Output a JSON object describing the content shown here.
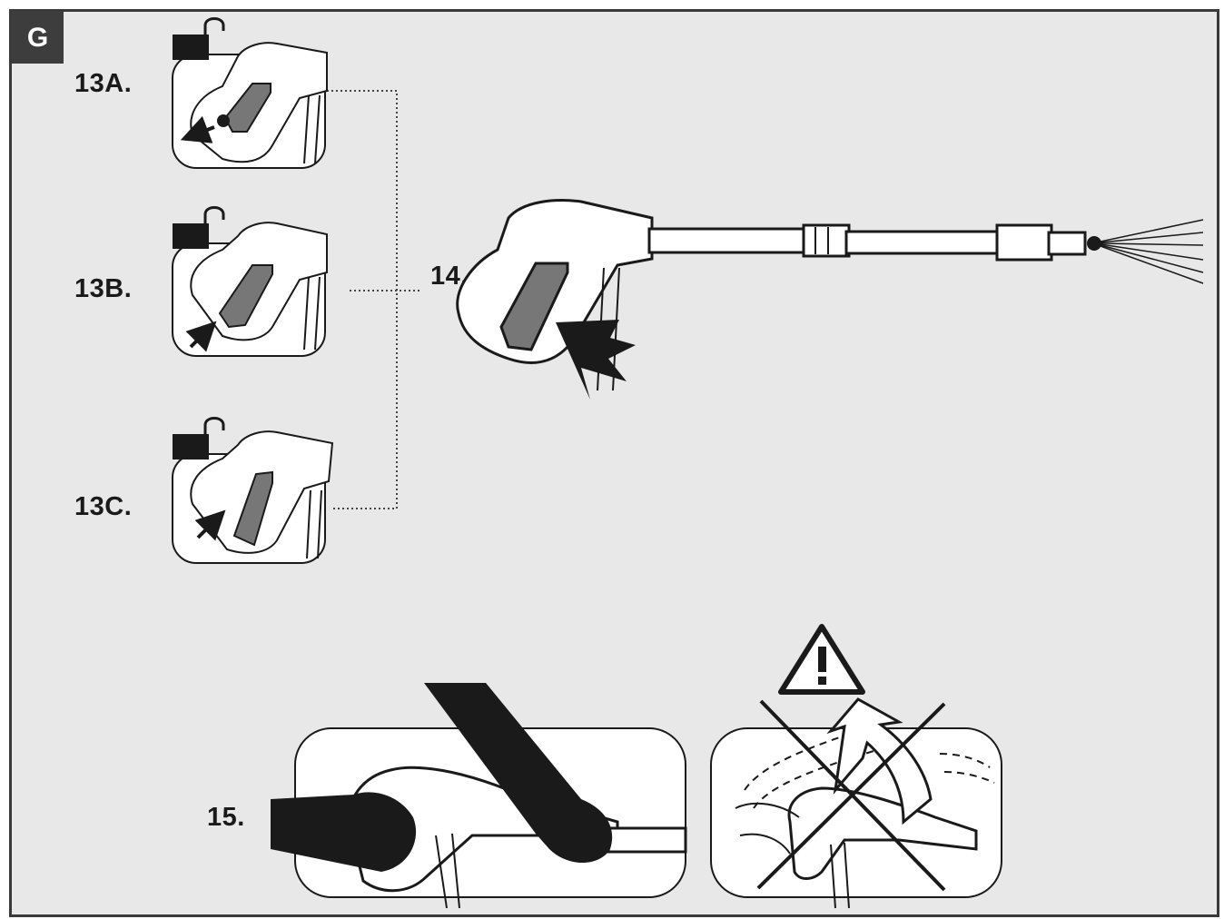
{
  "section_badge": "G",
  "steps": {
    "s13a": "13A.",
    "s13b": "13B.",
    "s13c": "13C.",
    "s14": "14.",
    "s15": "15."
  },
  "icons": {
    "lock": "padlock-icon",
    "warning": "warning-triangle-icon",
    "prohibited": "cross-out-icon"
  },
  "colors": {
    "background": "#e8e8e8",
    "ink": "#1a1a1a",
    "trigger_gray": "#777777"
  }
}
